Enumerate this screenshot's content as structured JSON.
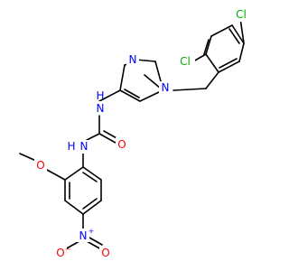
{
  "molecule": {
    "atoms": {
      "cl_top": "Cl",
      "cl_left": "Cl",
      "n_pz2": "N",
      "n_pz1": "N",
      "nh_upper": "N",
      "h_upper": "H",
      "o_carbonyl": "O",
      "nh_lower": "N",
      "h_lower": "H",
      "o_methoxy": "O",
      "n_nitro": "N",
      "n_nitro_charge": "+",
      "o_nitro_left": "O",
      "o_nitro_charge": "−",
      "o_nitro_right": "O"
    },
    "colors": {
      "carbon": "#000000",
      "nitrogen": "#0000ff",
      "oxygen": "#ff0000",
      "chlorine": "#00aa00"
    }
  }
}
